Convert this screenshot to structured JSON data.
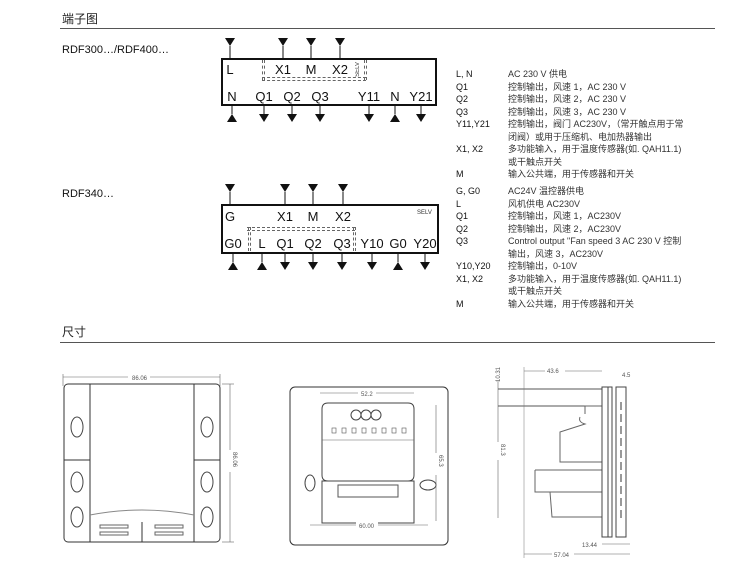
{
  "sections": {
    "terminals_title": "端子图",
    "dimensions_title": "尺寸"
  },
  "block1": {
    "model": "RDF300…/RDF400…",
    "top_terminals": [
      "L",
      "X1",
      "M",
      "X2"
    ],
    "bottom_terminals": [
      "N",
      "Q1",
      "Q2",
      "Q3",
      "Y11",
      "N",
      "Y21"
    ],
    "selv": "SELV",
    "legend": [
      {
        "key": "L, N",
        "value": "AC 230 V 供电"
      },
      {
        "key": "Q1",
        "value": "控制输出，风速 1，AC 230 V"
      },
      {
        "key": "Q2",
        "value": "控制输出，风速 2，AC 230 V"
      },
      {
        "key": "Q3",
        "value": "控制输出，风速 3，AC 230 V"
      },
      {
        "key": "Y11,Y21",
        "value": "控制输出，阀门 AC230V，（常开触点用于常闭阀）或用于压缩机、电加热器输出"
      },
      {
        "key": "X1, X2",
        "value": "多功能输入，用于温度传感器(如. QAH11.1) 或干触点开关"
      },
      {
        "key": "M",
        "value": "输入公共端，用于传感器和开关"
      }
    ]
  },
  "block2": {
    "model": "RDF340…",
    "top_terminals": [
      "G",
      "X1",
      "M",
      "X2"
    ],
    "bottom_terminals": [
      "G0",
      "L",
      "Q1",
      "Q2",
      "Q3",
      "Y10",
      "G0",
      "Y20"
    ],
    "selv": "SELV",
    "legend": [
      {
        "key": "G, G0",
        "value": "AC24V 温控器供电"
      },
      {
        "key": "L",
        "value": "风机供电 AC230V"
      },
      {
        "key": "Q1",
        "value": "控制输出，风速 1，AC230V"
      },
      {
        "key": "Q2",
        "value": "控制输出，风速 2，AC230V"
      },
      {
        "key": "Q3",
        "value": "Control output \"Fan speed 3 AC 230 V 控制输出，风速 3，AC230V"
      },
      {
        "key": "Y10,Y20",
        "value": "控制输出，0-10V"
      },
      {
        "key": "X1, X2",
        "value": "多功能输入，用于温度传感器(如. QAH11.1) 或干触点开关"
      },
      {
        "key": "M",
        "value": "输入公共端，用于传感器和开关"
      }
    ]
  },
  "dimensions": {
    "front": {
      "width": "86.06",
      "height": "86.06"
    },
    "back": {
      "top_width": "52.2",
      "bottom_width": "60.00",
      "height": "65.3"
    },
    "side": {
      "depth_body": "43.6",
      "front_plate": "4.5",
      "top_offset": "10.31",
      "height": "81.3",
      "depth_front": "13.44",
      "total_depth": "57.04"
    }
  }
}
